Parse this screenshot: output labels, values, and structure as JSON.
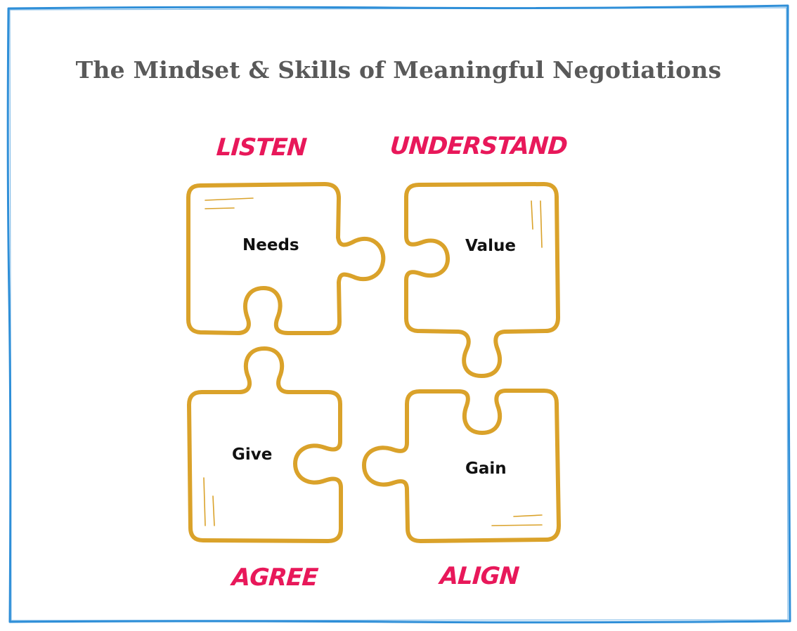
{
  "title": "The Mindset & Skills of Meaningful Negotiations",
  "colors": {
    "frame": "#2f8fd8",
    "puzzle_outline": "#daa22a",
    "verb_text": "#e8185a",
    "noun_text": "#111111",
    "title_text": "#595959"
  },
  "pieces": [
    {
      "verb": "LISTEN",
      "noun": "Needs"
    },
    {
      "verb": "UNDERSTAND",
      "noun": "Value"
    },
    {
      "verb": "AGREE",
      "noun": "Give"
    },
    {
      "verb": "ALIGN",
      "noun": "Gain"
    }
  ]
}
